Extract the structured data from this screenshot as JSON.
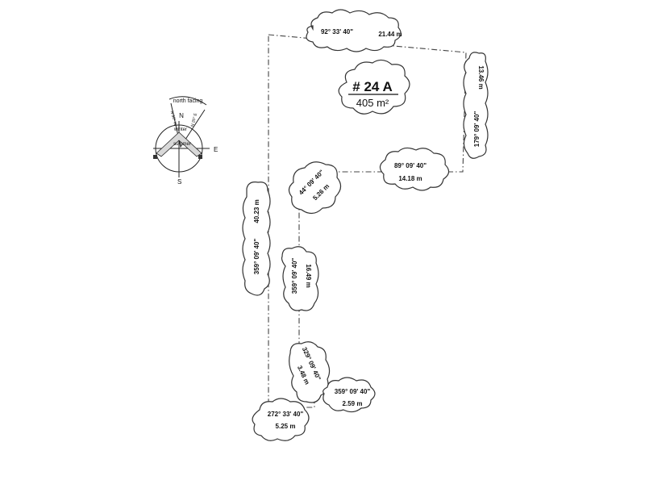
{
  "lot": {
    "number": "# 24 A",
    "area": "405 m²"
  },
  "edges": {
    "top": {
      "bearing": "92° 33' 40\"",
      "length": "21.44 m"
    },
    "right": {
      "bearing": "179° 09' 40\"",
      "length": "13.46 m"
    },
    "inner_top": {
      "bearing": "89° 09' 40\"",
      "length": "14.18 m"
    },
    "diagonal_top": {
      "bearing": "44° 09' 40\"",
      "length": "5.26 m"
    },
    "inner_vertical": {
      "bearing": "359° 09' 40\"",
      "length": "16.49 m"
    },
    "diagonal_bottom": {
      "bearing": "329° 09' 40\"",
      "length": "3.48 m"
    },
    "bottom_small": {
      "bearing": "359° 09' 40\"",
      "length": "2.59 m"
    },
    "bottom": {
      "bearing": "272° 33' 40\"",
      "length": "5.25 m"
    },
    "left": {
      "bearing": "359° 09' 40\"",
      "length": "40.23 m"
    }
  },
  "compass": {
    "north_facing": "north facing",
    "n": "N",
    "e": "E",
    "s": "S",
    "winter": "winter",
    "summer": "summer",
    "left_angle": "N 30° W",
    "right_angle": "N 20° E"
  }
}
